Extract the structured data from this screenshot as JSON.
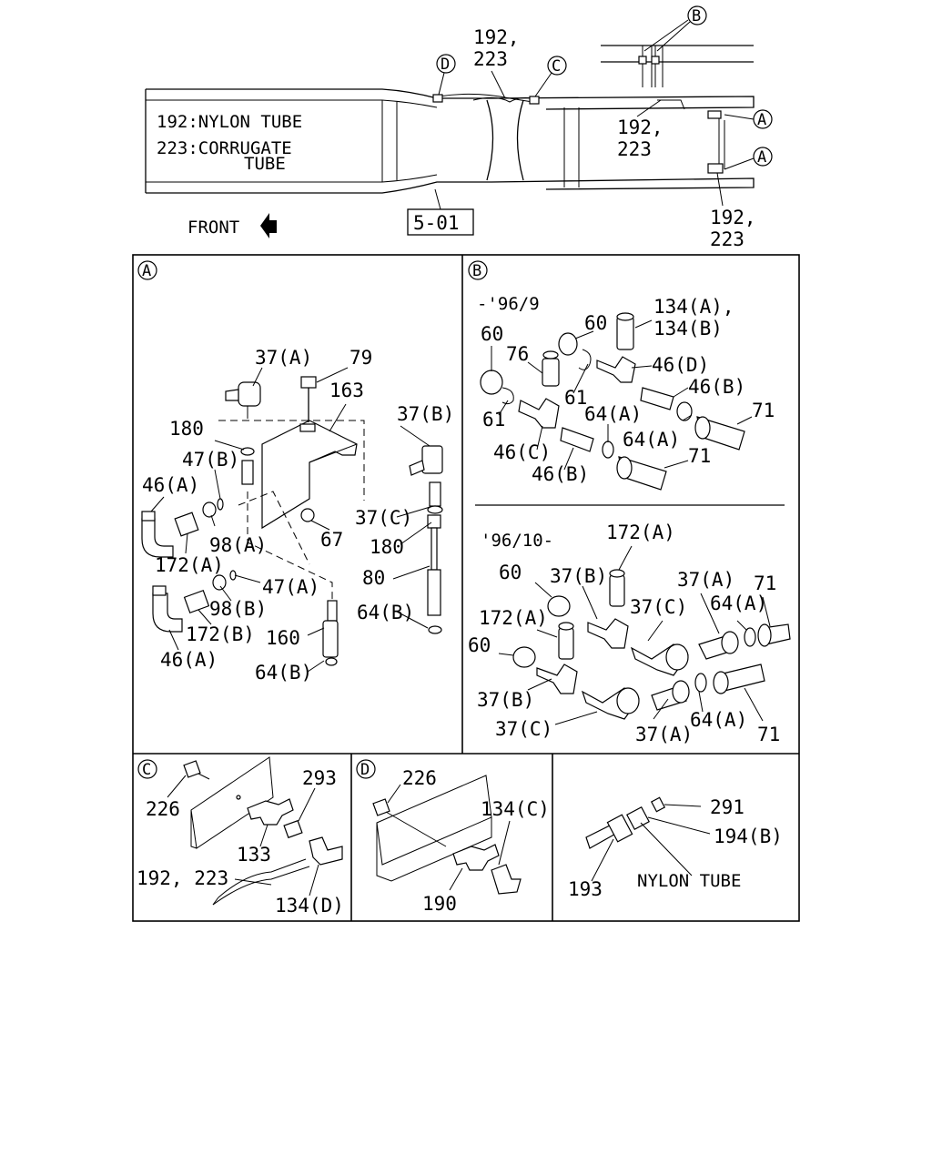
{
  "frame_overview": {
    "legend_line1": "192:NYLON TUBE",
    "legend_line2": "223:CORRUGATE",
    "legend_line3": "TUBE",
    "front_label": "FRONT",
    "ref_box": "5-01",
    "top_label_a": "192,",
    "top_label_b": "223",
    "mid_label_a": "192,",
    "mid_label_b": "223",
    "bottom_label_a": "192,",
    "bottom_label_b": "223",
    "callouts": {
      "a": "A",
      "b": "B",
      "c": "C",
      "d": "D"
    }
  },
  "panel_a": {
    "marker": "A",
    "labels": {
      "p37a": "37(A)",
      "p79": "79",
      "p163": "163",
      "p37b": "37(B)",
      "p180a": "180",
      "p47b": "47(B)",
      "p46a_top": "46(A)",
      "p37c": "37(C)",
      "p67": "67",
      "p98a": "98(A)",
      "p180b": "180",
      "p172a": "172(A)",
      "p47a": "47(A)",
      "p80": "80",
      "p98b": "98(B)",
      "p64b_right": "64(B)",
      "p172b": "172(B)",
      "p160": "160",
      "p46a_bottom": "46(A)",
      "p64b_bottom": "64(B)"
    }
  },
  "panel_b": {
    "marker": "B",
    "upper": {
      "heading": "-'96/9",
      "labels": {
        "p134": "134(A),",
        "p134b": "134(B)",
        "p60_top": "60",
        "p60_left": "60",
        "p76": "76",
        "p46d": "46(D)",
        "p46b_right": "46(B)",
        "p61_mid": "61",
        "p61_left": "61",
        "p64a_upper": "64(A)",
        "p71_upper": "71",
        "p46c": "46(C)",
        "p64a_lower": "64(A)",
        "p46b_lower": "46(B)",
        "p71_lower": "71"
      }
    },
    "lower": {
      "heading": "'96/10-",
      "labels": {
        "p172a_top": "172(A)",
        "p60_top": "60",
        "p37b_top": "37(B)",
        "p37a_top": "37(A)",
        "p71_top": "71",
        "p37c_top": "37(C)",
        "p64a_top": "64(A)",
        "p172a_left": "172(A)",
        "p60_left": "60",
        "p37b_bottom": "37(B)",
        "p64a_bottom": "64(A)",
        "p37c_bottom": "37(C)",
        "p37a_bottom": "37(A)",
        "p71_bottom": "71"
      }
    }
  },
  "panel_c": {
    "marker": "C",
    "labels": {
      "p226": "226",
      "p293": "293",
      "p133": "133",
      "p192": "192, 223",
      "p134d": "134(D)"
    }
  },
  "panel_d": {
    "marker": "D",
    "labels": {
      "p226": "226",
      "p134c": "134(C)",
      "p190": "190"
    }
  },
  "panel_e": {
    "labels": {
      "p291": "291",
      "p194b": "194(B)",
      "p193": "193",
      "nylon": "NYLON TUBE"
    }
  }
}
